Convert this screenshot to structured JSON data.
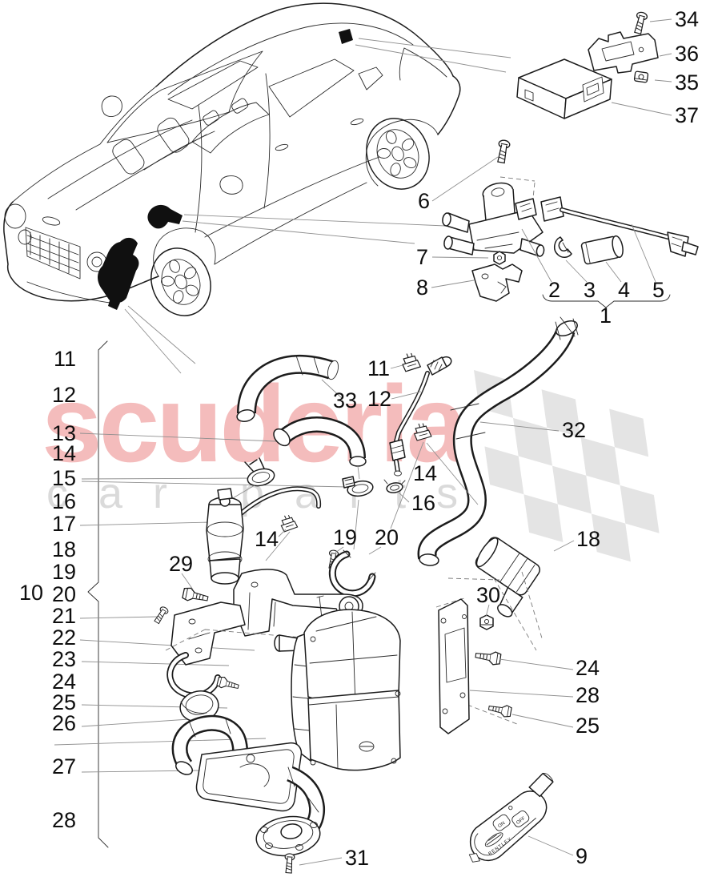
{
  "watermark": {
    "brand": "scuderia",
    "tagline": "car parts",
    "brand_color": "#f4bcbc",
    "tagline_color": "#dadada",
    "flag_color": "#e4e4e4"
  },
  "remote_fob": {
    "brand": "BENTLEY",
    "button_on": "ON",
    "button_off": "OFF"
  },
  "callouts": {
    "left_group_label": "10",
    "left_column": [
      "11",
      "12",
      "13",
      "14",
      "15",
      "16",
      "17",
      "18",
      "19",
      "20",
      "21",
      "22",
      "23",
      "24",
      "25",
      "26",
      "27",
      "28"
    ],
    "assembly": "1",
    "valve_body": "2",
    "retaining_clip": "3",
    "filter": "4",
    "sensor_cable": "5",
    "bolt_top": "6",
    "nut_small": "7",
    "bracket_valve": "8",
    "remote": "9",
    "module_screw": "34",
    "module_nut": "35",
    "module_bracket": "36",
    "control_module": "37",
    "hose_elbow": "33",
    "hose_formed": "32",
    "clip_pipe": "11",
    "pipe_breather": "12",
    "clip_hose": "14",
    "clamp_small": "16",
    "clip_pump": "14",
    "screw_clamp": "19",
    "clamp_bracket": "20",
    "bolt_bracket": "29",
    "nut_plate": "30",
    "metering_pump": "18",
    "bolt_plate": "24",
    "mount_plate": "28",
    "screw_plate": "25",
    "screw_exhaust": "31"
  }
}
